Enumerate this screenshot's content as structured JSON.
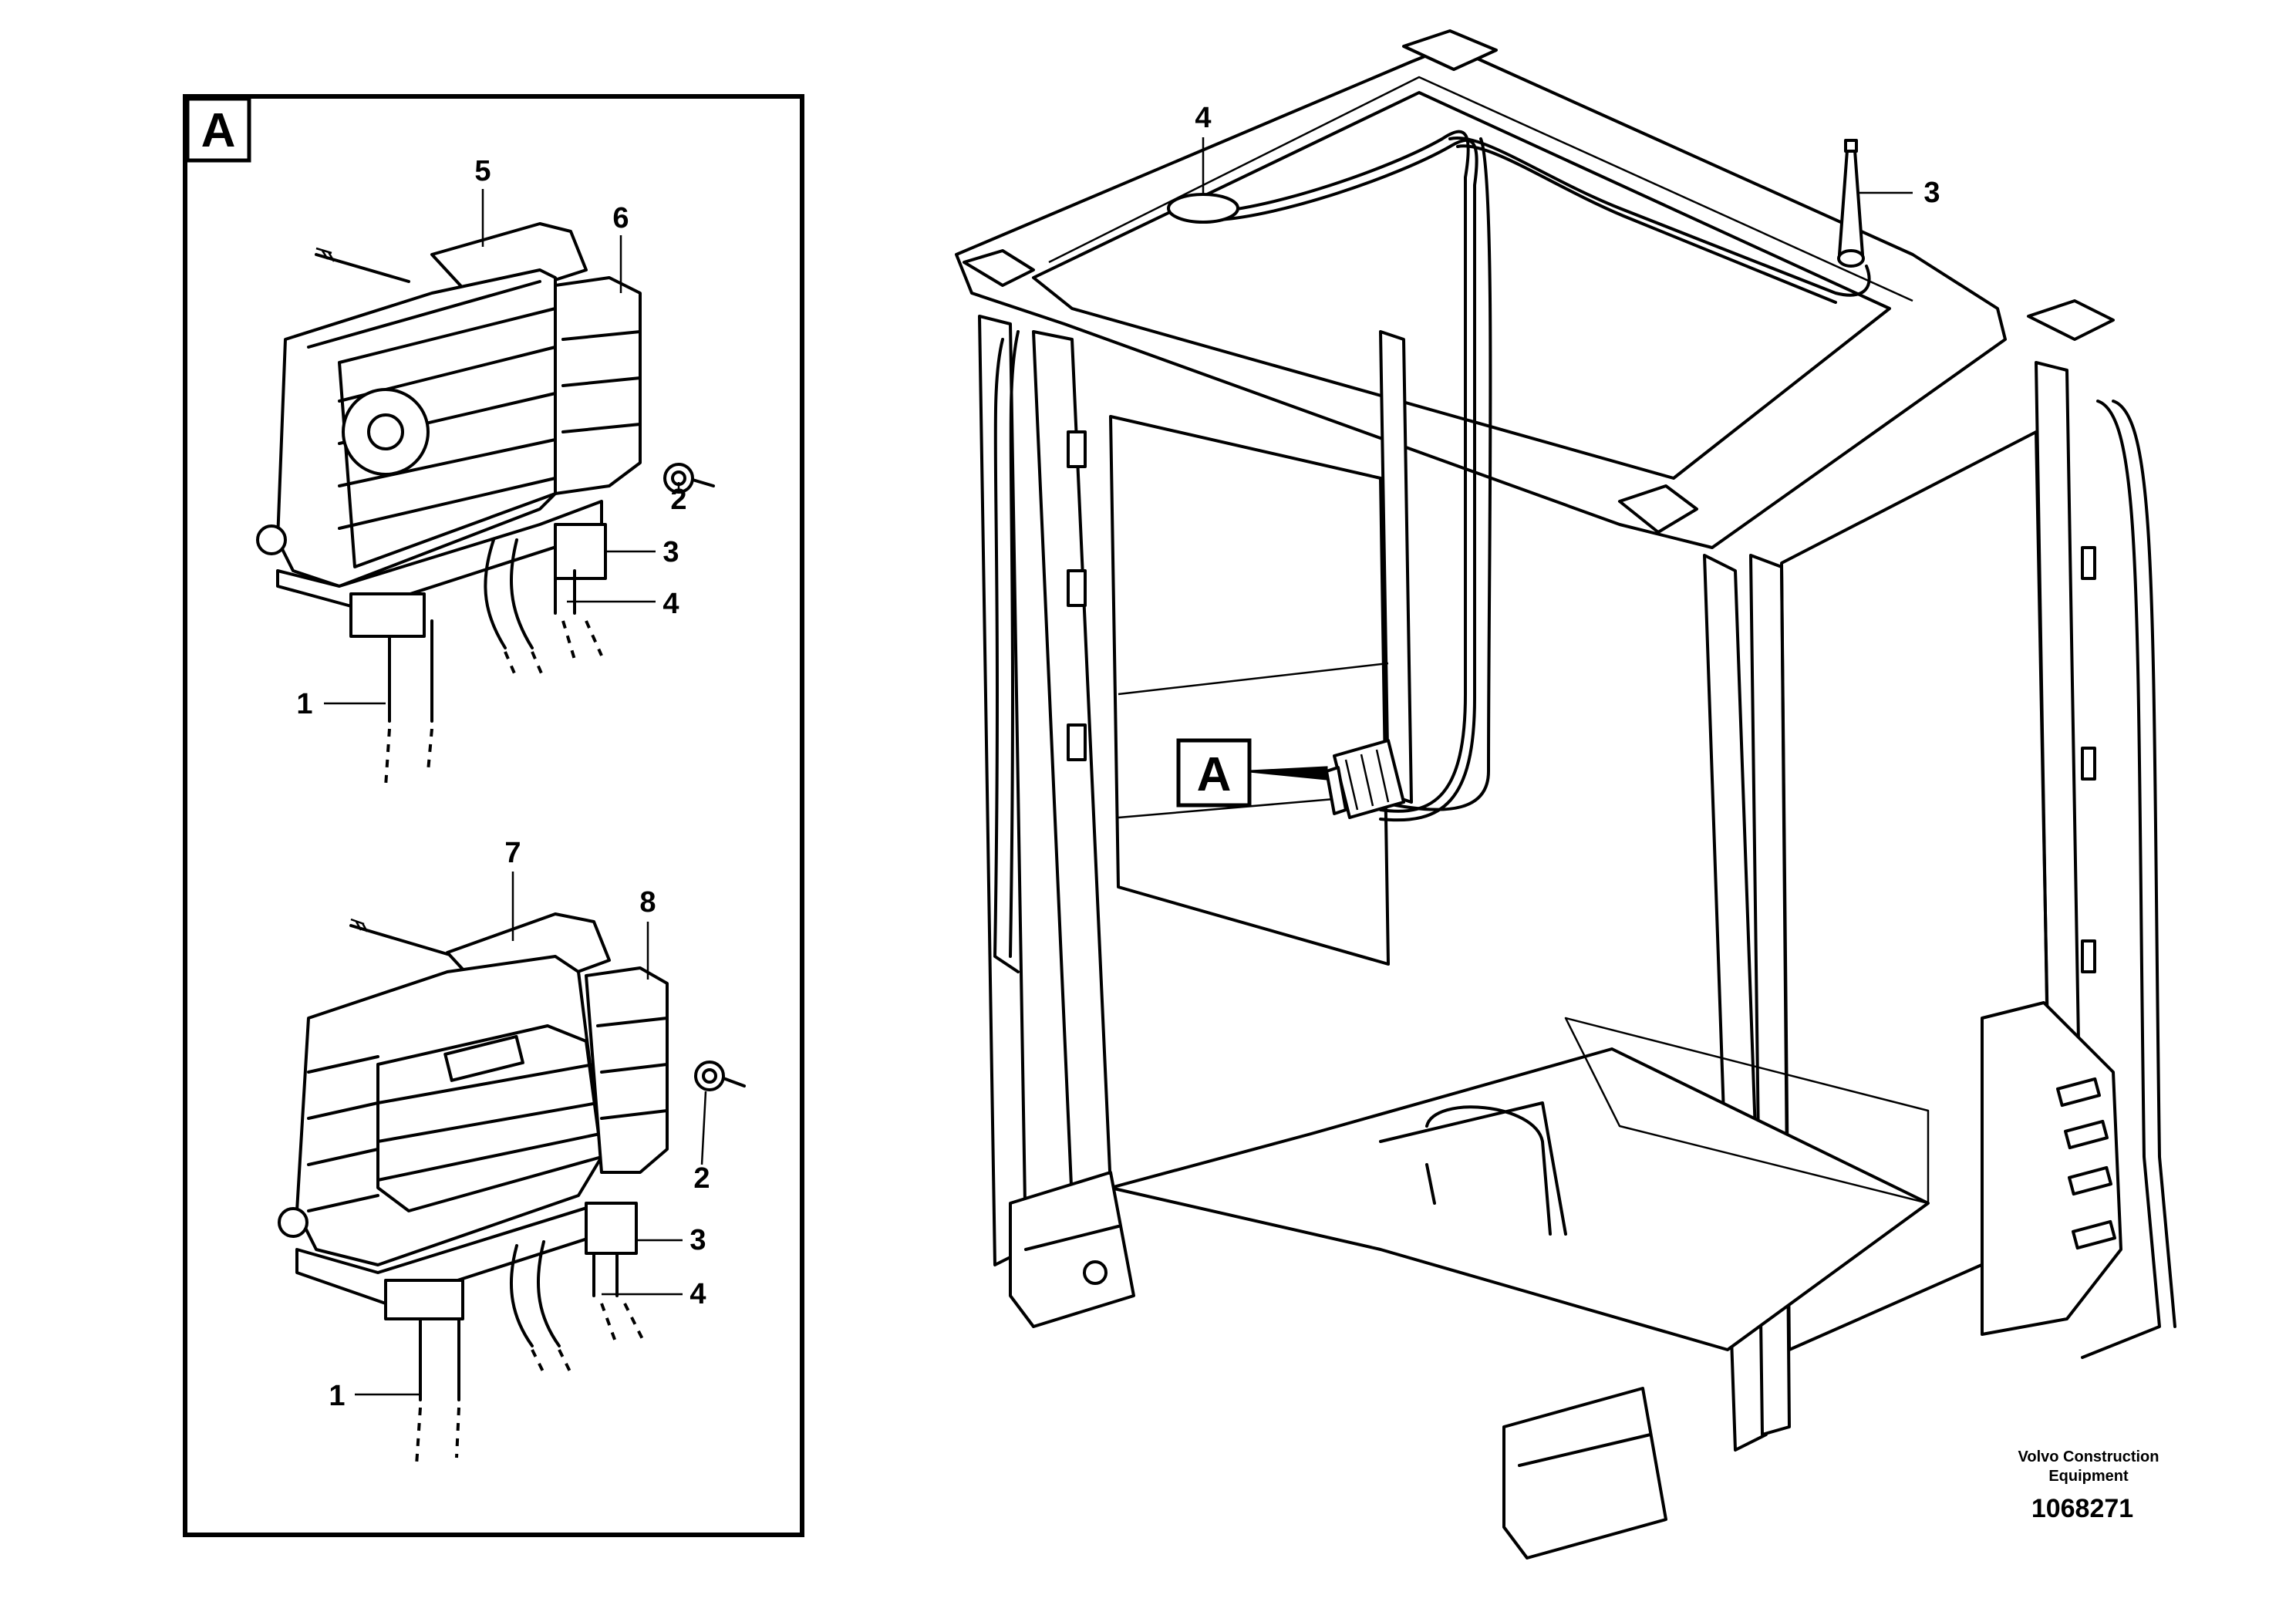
{
  "detail_view": {
    "label": "A",
    "upper_unit": {
      "callouts": [
        "5",
        "6",
        "2",
        "3",
        "4",
        "1"
      ]
    },
    "lower_unit": {
      "callouts": [
        "7",
        "8",
        "2",
        "3",
        "4",
        "1"
      ]
    }
  },
  "main_view": {
    "callouts": [
      "4",
      "3"
    ],
    "detail_marker": "A"
  },
  "footer": {
    "company_line1": "Volvo Construction",
    "company_line2": "Equipment",
    "doc_number": "1068271"
  }
}
